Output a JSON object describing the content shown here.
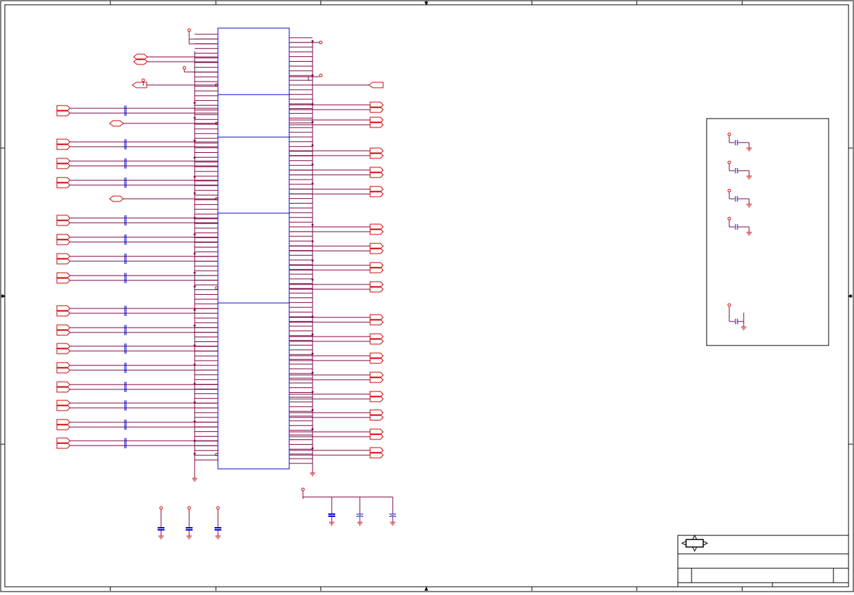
{
  "colors": {
    "wire": "#7a0040",
    "pin": "#cc0000",
    "body": "#0000cc",
    "capacitor": "#0000cc",
    "frame": "#000000",
    "background": "#ffffff"
  },
  "sheet": {
    "title_block": {
      "logo": "fit-arrows-icon"
    }
  },
  "schematic": {
    "ic": {
      "sections": 5
    },
    "left_connectors": {
      "diff_pairs": 17,
      "single_ports": 2,
      "top_ports": 2
    },
    "right_connectors": {
      "diff_pairs": 18,
      "top_port": 1
    },
    "decoupling": {
      "bottom_left_caps": 3,
      "bottom_mid_caps": 3,
      "box_caps": 5
    }
  }
}
